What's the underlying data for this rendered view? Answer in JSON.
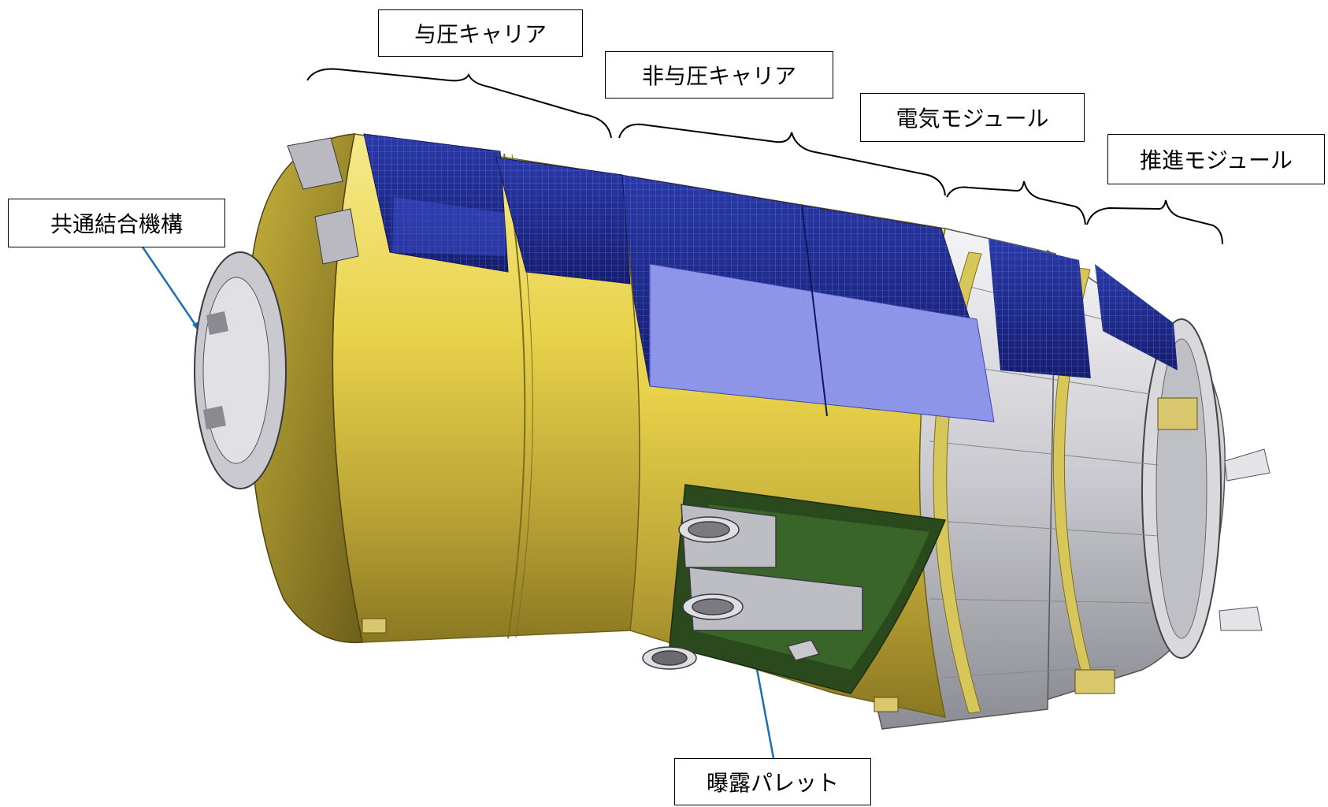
{
  "labels": {
    "pressurized_carrier": "与圧キャリア",
    "unpressurized_carrier": "非与圧キャリア",
    "avionics_module": "電気モジュール",
    "propulsion_module": "推進モジュール",
    "common_berthing_mechanism": "共通結合機構",
    "exposed_pallet": "曝露パレット"
  },
  "colors": {
    "gold_foil": "#e8d24a",
    "solar_panel": "#1f2a8c",
    "solar_panel_light": "#8e95e8",
    "silver_hull": "#c9c9cf",
    "arrow": "#1a6fb5"
  }
}
